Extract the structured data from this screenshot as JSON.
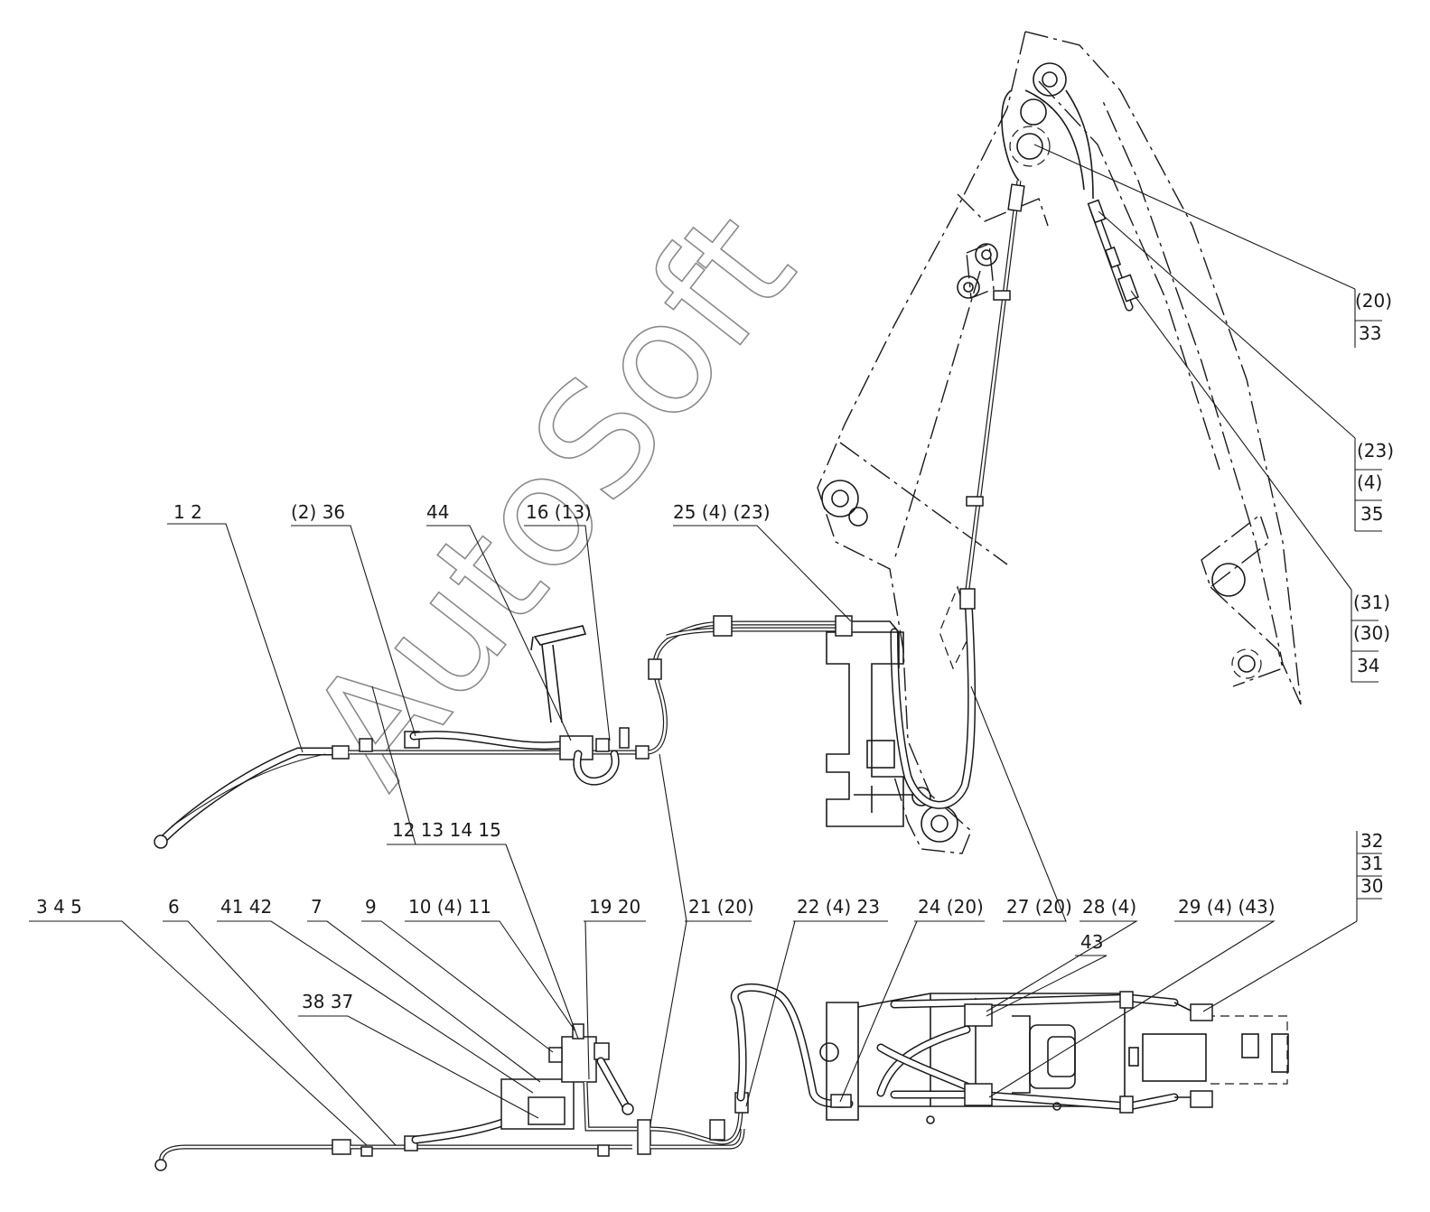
{
  "watermark": "AutoSoft",
  "callouts": {
    "c_1_2": "1   2",
    "c_2_36": "(2)  36",
    "c_44": "44",
    "c_16_13": "16  (13)",
    "c_25_4_23": "25  (4)  (23)",
    "c_20_33_a": "(20)",
    "c_20_33_b": "33",
    "c_23_4_35_a": "(23)",
    "c_23_4_35_b": "(4)",
    "c_23_4_35_c": "35",
    "c_31_30_34_a": "(31)",
    "c_31_30_34_b": "(30)",
    "c_31_30_34_c": "34",
    "c_12_15": "12   13   14   15",
    "c_3_5": "3   4   5",
    "c_6": "6",
    "c_41_42": "41  42",
    "c_7": "7",
    "c_9": "9",
    "c_10_4_11": "10   (4)   11",
    "c_19_20": "19   20",
    "c_21_20": "21  (20)",
    "c_22_4_23": "22  (4)  23",
    "c_24_20": "24  (20)",
    "c_27_20": "27  (20)",
    "c_28_4": "28   (4)",
    "c_43": "43",
    "c_29_4_43": "29  (4)  (43)",
    "c_38_37": "38  37",
    "c_32_31_30_a": "32",
    "c_32_31_30_b": "31",
    "c_32_31_30_c": "30"
  }
}
